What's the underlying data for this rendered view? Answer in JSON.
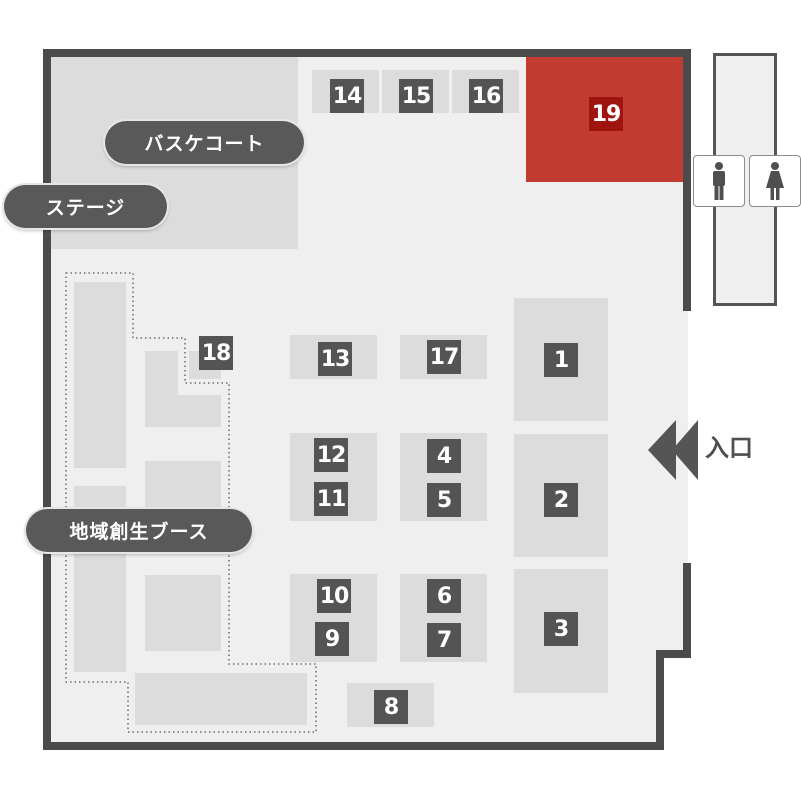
{
  "map": {
    "colors": {
      "wall": "#4b4b4b",
      "floor": "#efefef",
      "booth_block": "#dcdcdc",
      "badge": "#545454",
      "highlight_area": "#c33c32",
      "highlight_badge": "#a0140f",
      "label_pill": "#595959"
    },
    "area_labels": {
      "basketball_court": "バスケコート",
      "stage": "ステージ",
      "regional_booth": "地域創生ブース"
    },
    "entrance": {
      "label": "入口",
      "icon": "double-chevron-left-icon"
    },
    "restrooms": {
      "male_icon": "male-restroom-icon",
      "female_icon": "female-restroom-icon"
    },
    "booths": [
      {
        "id": "1",
        "label": "1"
      },
      {
        "id": "2",
        "label": "2"
      },
      {
        "id": "3",
        "label": "3"
      },
      {
        "id": "4",
        "label": "4"
      },
      {
        "id": "5",
        "label": "5"
      },
      {
        "id": "6",
        "label": "6"
      },
      {
        "id": "7",
        "label": "7"
      },
      {
        "id": "8",
        "label": "8"
      },
      {
        "id": "9",
        "label": "9"
      },
      {
        "id": "10",
        "label": "10"
      },
      {
        "id": "11",
        "label": "11"
      },
      {
        "id": "12",
        "label": "12"
      },
      {
        "id": "13",
        "label": "13"
      },
      {
        "id": "14",
        "label": "14"
      },
      {
        "id": "15",
        "label": "15"
      },
      {
        "id": "16",
        "label": "16"
      },
      {
        "id": "17",
        "label": "17"
      },
      {
        "id": "18",
        "label": "18"
      },
      {
        "id": "19",
        "label": "19",
        "highlighted": true
      }
    ]
  }
}
